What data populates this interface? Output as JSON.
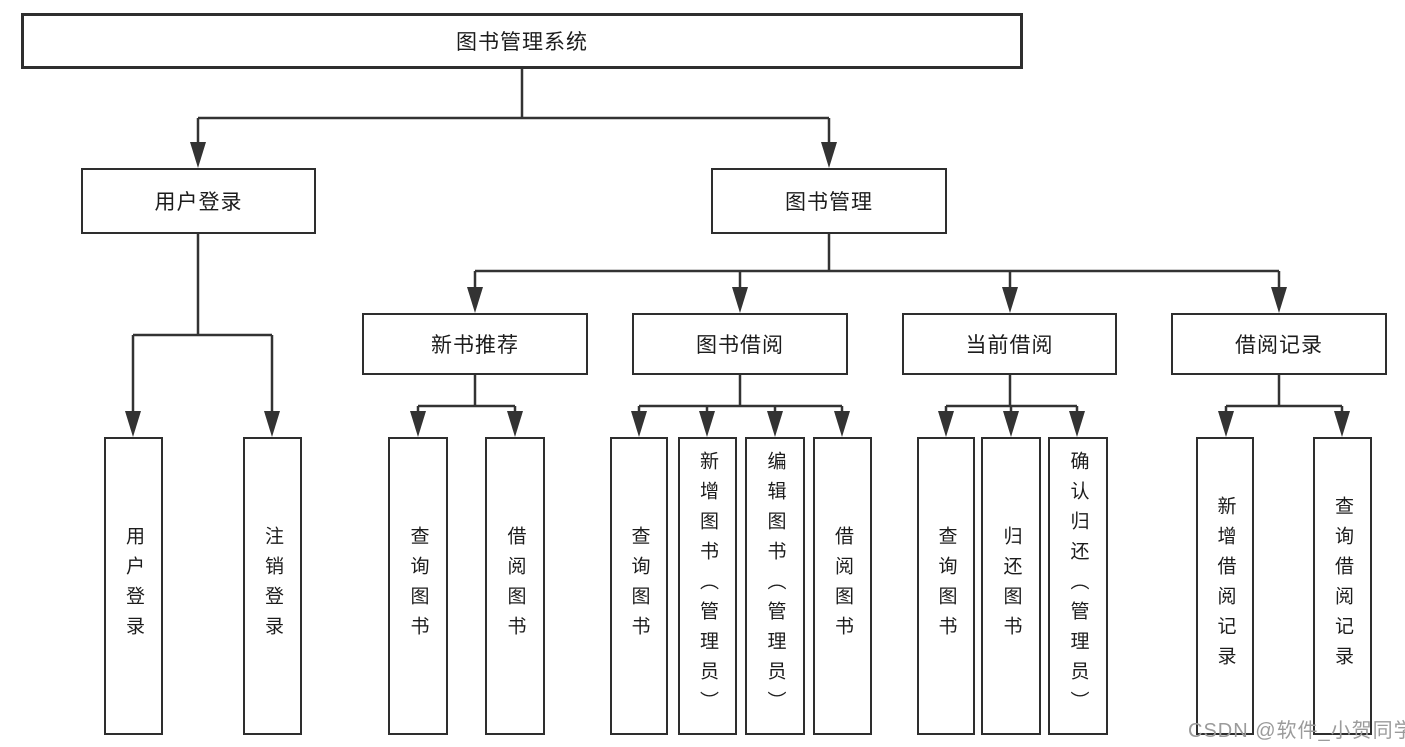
{
  "tree": {
    "root": {
      "label": "图书管理系统"
    },
    "children": [
      {
        "label": "用户登录",
        "children": [
          {
            "label": "用户登录"
          },
          {
            "label": "注销登录"
          }
        ]
      },
      {
        "label": "图书管理",
        "children": [
          {
            "label": "新书推荐",
            "children": [
              {
                "label": "查询图书"
              },
              {
                "label": "借阅图书"
              }
            ]
          },
          {
            "label": "图书借阅",
            "children": [
              {
                "label": "查询图书"
              },
              {
                "label": "新增图书（管理员）"
              },
              {
                "label": "编辑图书（管理员）"
              },
              {
                "label": "借阅图书"
              }
            ]
          },
          {
            "label": "当前借阅",
            "children": [
              {
                "label": "查询图书"
              },
              {
                "label": "归还图书"
              },
              {
                "label": "确认归还（管理员）"
              }
            ]
          },
          {
            "label": "借阅记录",
            "children": [
              {
                "label": "新增借阅记录"
              },
              {
                "label": "查询借阅记录"
              }
            ]
          }
        ]
      }
    ]
  },
  "colors": {
    "line": "#333333",
    "border": "#2e2e2e",
    "text": "#1c1c1c",
    "watermark": "#9b9b9b"
  },
  "watermark": "CSDN @软件_小贺同学"
}
